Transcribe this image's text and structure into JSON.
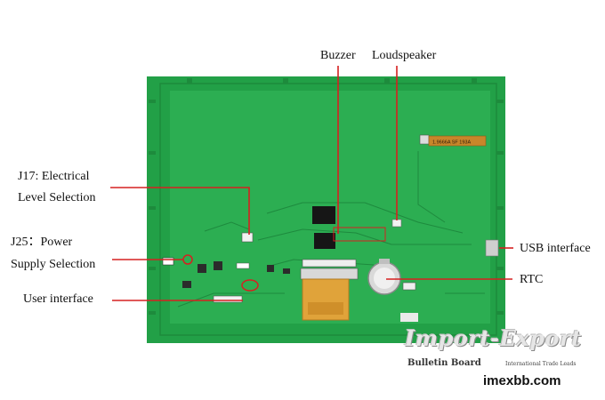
{
  "labels": {
    "buzzer": "Buzzer",
    "loudspeaker": "Loudspeaker",
    "j17_line1": "J17: Electrical",
    "j17_line2": "Level Selection",
    "j25_line1": "J25：Power",
    "j25_line2": "Supply Selection",
    "user_interface": "User interface",
    "usb_interface": "USB interface",
    "rtc": "RTC"
  },
  "board": {
    "chip_marking": "1.9666A SF 193A"
  },
  "watermark": {
    "main": "Import-Export",
    "sub_left": "Bulletin Board",
    "sub_right": "International Trade Leads",
    "site": "imexbb.com"
  },
  "colors": {
    "pcb_green": "#24a14a",
    "pcb_inner": "#2cae52",
    "trace": "#1e8a3e",
    "annotation_red": "#d62020",
    "text": "#111111"
  }
}
